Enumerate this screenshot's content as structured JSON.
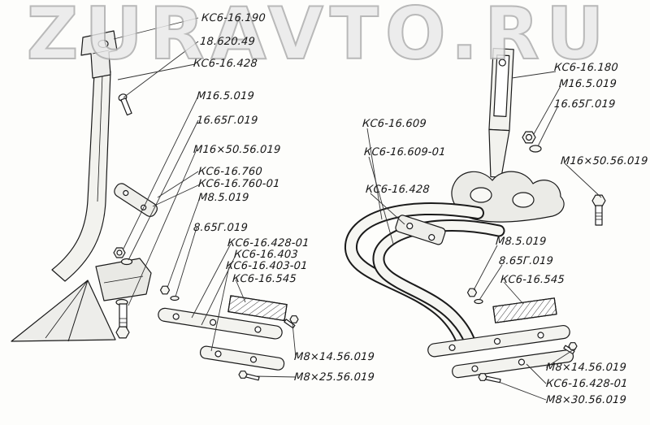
{
  "page": {
    "kind": "exploded parts diagram",
    "language": "ru",
    "background": "#fdfdfb",
    "line_color": "#1a1a1a"
  },
  "watermark": {
    "text": "ZURAVTO.RU",
    "fill": "#e9e9e9",
    "outline": "#ababab"
  },
  "labels": [
    {
      "text": "КС6-16.190"
    },
    {
      "text": "18.620.49"
    },
    {
      "text": "КС6-16.428"
    },
    {
      "text": "М16.5.019"
    },
    {
      "text": "16.65Г.019"
    },
    {
      "text": "М16×50.56.019"
    },
    {
      "text": "КС6-16.760"
    },
    {
      "text": "КС6-16.760-01"
    },
    {
      "text": "М8.5.019"
    },
    {
      "text": "8.65Г.019"
    },
    {
      "text": "КС6-16.428-01"
    },
    {
      "text": "КС6-16.403"
    },
    {
      "text": "КС6-16.403-01"
    },
    {
      "text": "КС6-16.545"
    },
    {
      "text": "М8×14.56.019"
    },
    {
      "text": "М8×25.56.019"
    },
    {
      "text": "КС6-16.609"
    },
    {
      "text": "КС6-16.609-01"
    },
    {
      "text": "КС6-16.428"
    },
    {
      "text": "КС6-16.180"
    },
    {
      "text": "М16.5.019"
    },
    {
      "text": "16.65Г.019"
    },
    {
      "text": "М16×50.56.019"
    },
    {
      "text": "М8.5.019"
    },
    {
      "text": "8.65Г.019"
    },
    {
      "text": "КС6-16.545"
    },
    {
      "text": "М8×14.56.019"
    },
    {
      "text": "КС6-16.428-01"
    },
    {
      "text": "М8×30.56.019"
    }
  ]
}
